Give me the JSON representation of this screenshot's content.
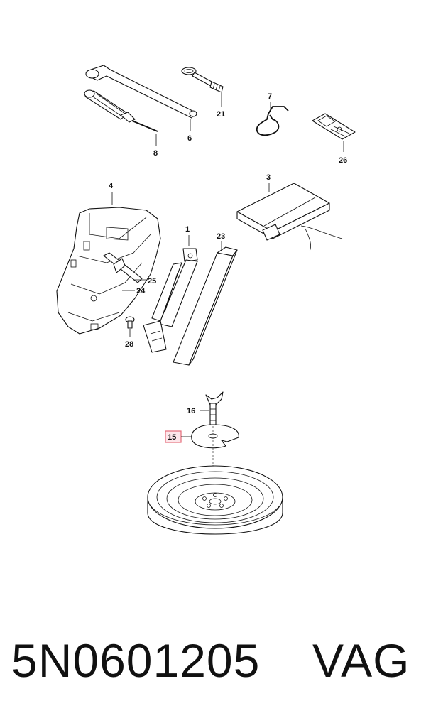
{
  "callouts": {
    "c1": "1",
    "c3": "3",
    "c4": "4",
    "c6": "6",
    "c7": "7",
    "c8": "8",
    "c15": "15",
    "c16": "16",
    "c21": "21",
    "c23": "23",
    "c24": "24",
    "c25": "25",
    "c26": "26",
    "c28": "28"
  },
  "highlight_color": "#e46a78",
  "footer": {
    "part_number": "5N0601205",
    "brand": "VAG"
  }
}
